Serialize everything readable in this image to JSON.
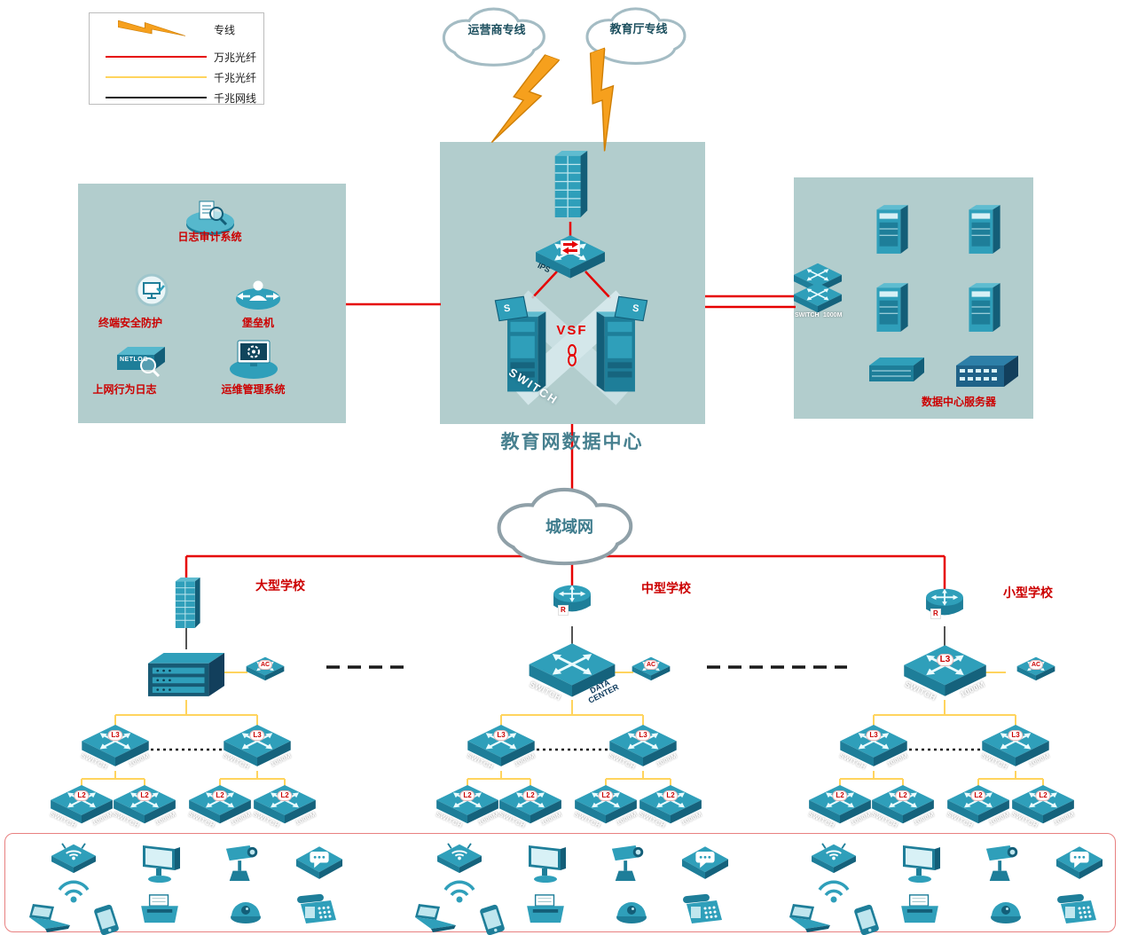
{
  "legend": {
    "items": [
      {
        "label": "专线"
      },
      {
        "label": "万兆光纤"
      },
      {
        "label": "千兆光纤"
      },
      {
        "label": "千兆网线"
      }
    ]
  },
  "clouds": {
    "carrier": "运营商专线",
    "education": "教育厅专线",
    "man": "城域网"
  },
  "datacenter": {
    "title": "教育网数据中心",
    "vsf": "VSF",
    "ips": "IPS",
    "s": "S"
  },
  "security": {
    "log_audit": "日志审计系统",
    "endpoint": "终端安全防护",
    "bastion": "堡垒机",
    "netlog": "NETLOG",
    "net_behavior": "上网行为日志",
    "ops": "运维管理系统"
  },
  "servers_panel": {
    "label": "数据中心服务器"
  },
  "schools": {
    "large": "大型学校",
    "medium": "中型学校",
    "small": "小型学校"
  },
  "labels": {
    "switch": "SWITCH",
    "speed": "1000M",
    "l3": "L3",
    "l2": "L2",
    "ac": "AC",
    "r": "R",
    "data": "DATA",
    "center": "CENTER"
  },
  "colors": {
    "line_dedicated": "#f6a01d",
    "line_10g": "#e60000",
    "line_1g_fiber": "#ffd45e",
    "line_1g_copper": "#1a1a1a",
    "panel_bg": "#b2cdcd",
    "device_teal": "#2f9fba",
    "label_red": "#cc0000",
    "title_teal": "#47808f"
  }
}
